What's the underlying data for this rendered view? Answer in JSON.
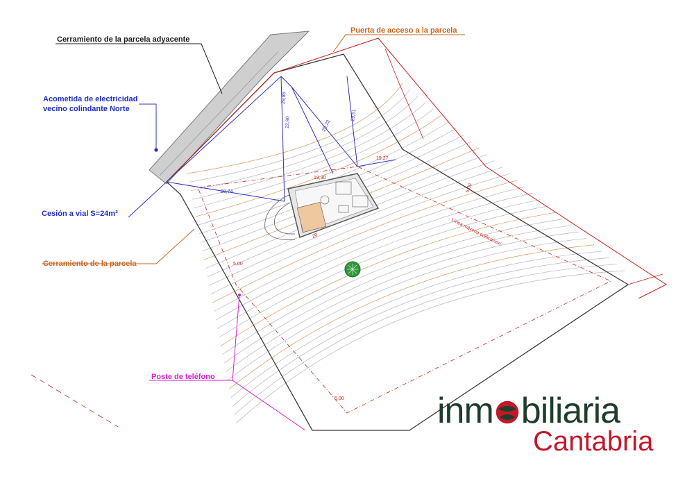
{
  "labels": {
    "adjacent_fence": "Cerramiento de la parcela adyacente",
    "access_gate": "Puerta de acceso a la parcela",
    "electricity_line1": "Acometida de electricidad",
    "electricity_line2": "vecino colindante Norte",
    "road_cession": "Cesión a vial S=24m²",
    "plot_fence": "Cerramiento de la parcela",
    "phone_pole": "Poste de teléfono",
    "building_line": "Línea máxima edificación"
  },
  "dimensions": {
    "d1": "29,85",
    "d2": "22,90",
    "d3": "25,23",
    "d4": "29,51",
    "d5": "19,27",
    "d6": "19,30",
    "d7": "28,74",
    "d8": "5,00",
    "d9": "5,00",
    "d10": "5,00",
    "d11": "20"
  },
  "logo": {
    "word_left": "inm",
    "word_right": "biliaria",
    "sub": "Cantabria"
  },
  "colors": {
    "label_dark": "#1a1a1a",
    "label_blue": "#1f2ecc",
    "label_orange": "#c8641e",
    "label_magenta": "#d61fd6",
    "plot_line": "#c81e1e",
    "contour_orange": "#d6965a",
    "contour_gray": "#b4b4b4",
    "logo_green": "#1f3d2b",
    "logo_red": "#c2182b"
  }
}
